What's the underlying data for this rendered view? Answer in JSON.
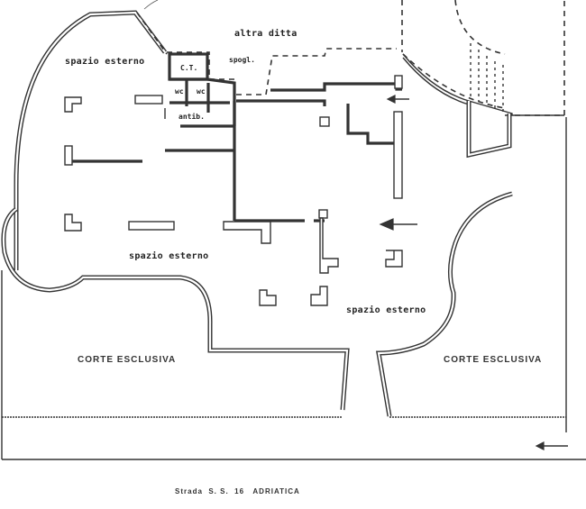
{
  "drawing": {
    "type": "site floor plan",
    "labels": {
      "spazio_esterno_nw": "spazio esterno",
      "altra_ditta": "altra ditta",
      "ct": "C.T.",
      "spogl": "spogl.",
      "wc_1": "wc",
      "wc_2": "wc",
      "antib": "antib.",
      "spazio_esterno_center": "spazio esterno",
      "spazio_esterno_se": "spazio esterno",
      "corte_esclusiva_left": "CORTE ESCLUSIVA",
      "corte_esclusiva_right": "CORTE ESCLUSIVA",
      "road": "Strada  S. S.  16   ADRIATICA"
    },
    "arrows": [
      {
        "name": "entrance-arrow-top",
        "direction": "left"
      },
      {
        "name": "entrance-arrow-middle",
        "direction": "left"
      },
      {
        "name": "entrance-arrow-road",
        "direction": "left"
      }
    ],
    "colors": {
      "ink": "#333333",
      "paper": "#ffffff"
    }
  }
}
